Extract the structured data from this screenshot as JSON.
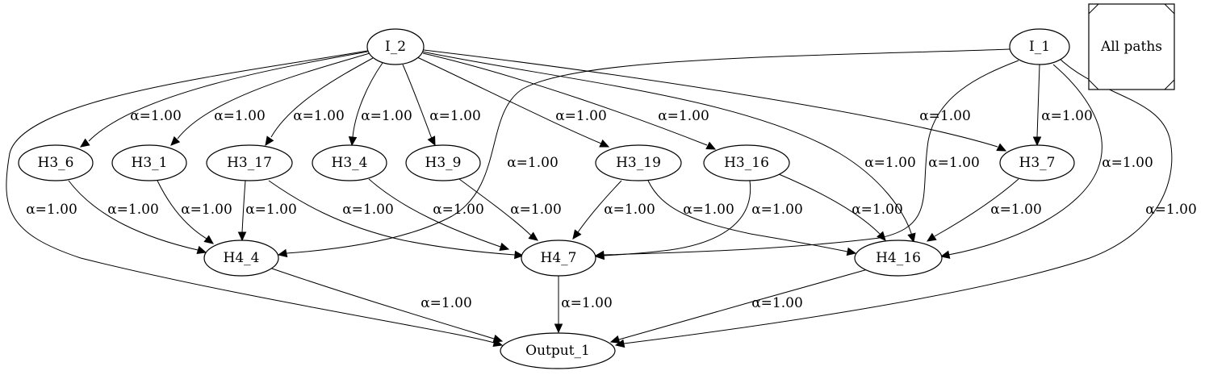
{
  "legend": {
    "label": "All paths"
  },
  "nodes": [
    {
      "id": "I_2",
      "label": "I_2"
    },
    {
      "id": "I_1",
      "label": "I_1"
    },
    {
      "id": "H3_6",
      "label": "H3_6"
    },
    {
      "id": "H3_1",
      "label": "H3_1"
    },
    {
      "id": "H3_17",
      "label": "H3_17"
    },
    {
      "id": "H3_4",
      "label": "H3_4"
    },
    {
      "id": "H3_9",
      "label": "H3_9"
    },
    {
      "id": "H3_19",
      "label": "H3_19"
    },
    {
      "id": "H3_16",
      "label": "H3_16"
    },
    {
      "id": "H3_7",
      "label": "H3_7"
    },
    {
      "id": "H4_4",
      "label": "H4_4"
    },
    {
      "id": "H4_7",
      "label": "H4_7"
    },
    {
      "id": "H4_16",
      "label": "H4_16"
    },
    {
      "id": "Output_1",
      "label": "Output_1"
    }
  ],
  "edges": [
    {
      "from": "I_2",
      "to": "H3_6",
      "label": "α=1.00"
    },
    {
      "from": "I_2",
      "to": "H3_1",
      "label": "α=1.00"
    },
    {
      "from": "I_2",
      "to": "H3_17",
      "label": "α=1.00"
    },
    {
      "from": "I_2",
      "to": "H3_4",
      "label": "α=1.00"
    },
    {
      "from": "I_2",
      "to": "H3_9",
      "label": "α=1.00"
    },
    {
      "from": "I_2",
      "to": "H3_19",
      "label": "α=1.00"
    },
    {
      "from": "I_2",
      "to": "H3_16",
      "label": "α=1.00"
    },
    {
      "from": "I_2",
      "to": "H3_7",
      "label": "α=1.00"
    },
    {
      "from": "I_2",
      "to": "H4_16",
      "label": "α=1.00"
    },
    {
      "from": "I_2",
      "to": "Output_1",
      "label": "α=1.00"
    },
    {
      "from": "I_1",
      "to": "H4_4",
      "label": "α=1.00"
    },
    {
      "from": "I_1",
      "to": "H4_7",
      "label": "α=1.00"
    },
    {
      "from": "I_1",
      "to": "H3_7",
      "label": "α=1.00"
    },
    {
      "from": "I_1",
      "to": "H4_16",
      "label": "α=1.00"
    },
    {
      "from": "I_1",
      "to": "Output_1",
      "label": "α=1.00"
    },
    {
      "from": "H3_6",
      "to": "H4_4",
      "label": "α=1.00"
    },
    {
      "from": "H3_1",
      "to": "H4_4",
      "label": "α=1.00"
    },
    {
      "from": "H3_17",
      "to": "H4_4",
      "label": "α=1.00"
    },
    {
      "from": "H3_17",
      "to": "H4_7",
      "label": "α=1.00"
    },
    {
      "from": "H3_4",
      "to": "H4_7",
      "label": "α=1.00"
    },
    {
      "from": "H3_9",
      "to": "H4_7",
      "label": "α=1.00"
    },
    {
      "from": "H3_19",
      "to": "H4_7",
      "label": "α=1.00"
    },
    {
      "from": "H3_19",
      "to": "H4_16",
      "label": "α=1.00"
    },
    {
      "from": "H3_16",
      "to": "H4_7",
      "label": "α=1.00"
    },
    {
      "from": "H3_16",
      "to": "H4_16",
      "label": "α=1.00"
    },
    {
      "from": "H3_7",
      "to": "H4_16",
      "label": "α=1.00"
    },
    {
      "from": "H4_4",
      "to": "Output_1",
      "label": "α=1.00"
    },
    {
      "from": "H4_7",
      "to": "Output_1",
      "label": "α=1.00"
    },
    {
      "from": "H4_16",
      "to": "Output_1",
      "label": "α=1.00"
    }
  ]
}
